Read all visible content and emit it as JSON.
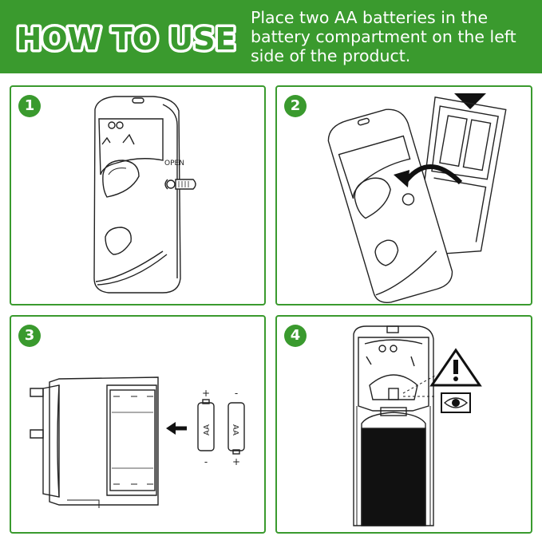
{
  "header": {
    "title": "HOW TO USE",
    "instruction": "Place two AA batteries in the battery compartment on the left side of the product."
  },
  "steps": [
    {
      "number": "1",
      "open_label": "OPEN"
    },
    {
      "number": "2"
    },
    {
      "number": "3",
      "battery_label": "AA",
      "plus": "+",
      "minus": "-"
    },
    {
      "number": "4"
    }
  ],
  "colors": {
    "accent": "#3a9a2e",
    "line": "#222222"
  }
}
